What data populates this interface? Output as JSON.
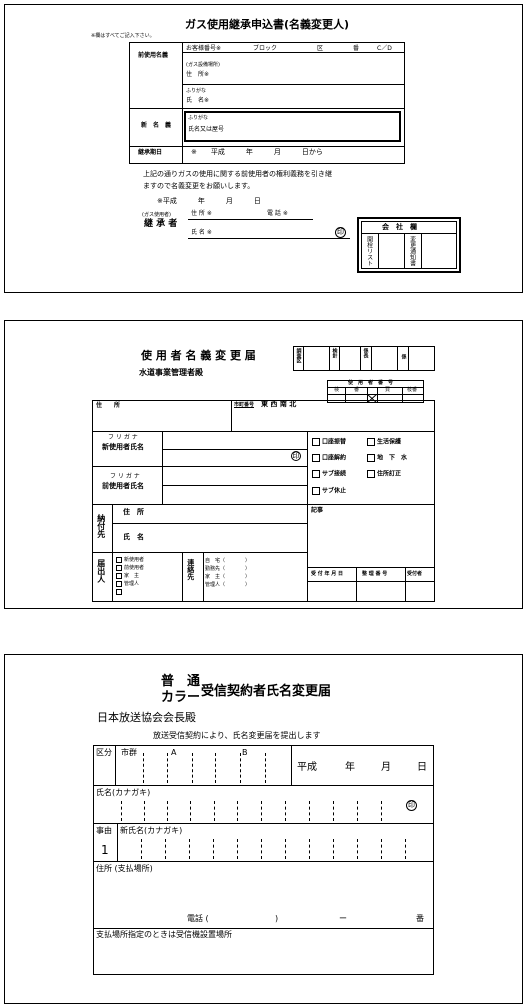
{
  "form1": {
    "title": "ガス使用継承申込書(名義変更人)",
    "note": "※欄はすべてご記入下さい。",
    "prev_user_label": "前使用名義",
    "customer_no_label": "お客様番号※",
    "block_label": "ブロック",
    "district_label": "区",
    "number_label": "番",
    "cd_label": "C／D",
    "address_small": "(ガス設備場所)",
    "address_label": "住　所※",
    "furigana": "ふりがな",
    "name_label": "氏　名※",
    "new_name_label": "新　名　義",
    "furigana2": "ふりがな",
    "name_or_org": "氏名又は屋号",
    "start_date_label": "継承期日",
    "date_line": "※　　平成　　　年　　　月　　　日から",
    "statement_1": "上記の通りガスの使用に関する前使用者の権利義務を引き継",
    "statement_2": "ますので名義変更をお願いします。",
    "sign_date": "※平成　　　年　　　月　　　日",
    "successor_small": "(ガス使用者)",
    "successor_label": "継 承 者",
    "addr2_label": "住 所 ※",
    "phone_label": "電 話 ※",
    "name2_label": "氏 名 ※",
    "seal": "印",
    "company_box": "会　社　欄",
    "company_col1": "開栓リスト",
    "company_col2": "変更通知書"
  },
  "form2": {
    "title": "使 用 者 名 義 変 更 届",
    "addressee": "水道事業管理者殿",
    "top_boxes": [
      "調査区",
      "検針",
      "係長",
      "係"
    ],
    "use_no_header": "使　用　者　番　号",
    "use_no_cols": [
      "検",
      "番",
      "頁",
      "枝番"
    ],
    "address_label": "住　　所",
    "city_code_label": "市町番号",
    "directions": "東 西 南 北",
    "furigana_new": "フ リ ガ ナ",
    "new_user_name": "新使用者氏名",
    "seal": "印",
    "furigana_prev": "フ リ ガ ナ",
    "prev_user_name": "前使用者氏名",
    "payer_label": "納付先",
    "payer_addr": "住　所",
    "payer_name": "氏　名",
    "checks": [
      "口座振替",
      "生活保護",
      "口座解約",
      "地　下　水",
      "サブ接続",
      "住所訂正",
      "サブ休止"
    ],
    "notes_label": "記事",
    "submitter_label": "届出人",
    "submitter_opts": [
      "新使用者",
      "前使用者",
      "家　主",
      "管理人",
      ""
    ],
    "contact_label": "連絡先",
    "contact_opts": [
      "自　宅（　　　　）",
      "勤務先（　　　　）",
      "家　主（　　　　）",
      "管理人（　　　　）"
    ],
    "footer_cols": [
      "受 付 年 月 日",
      "整 理 番 号",
      "受付者"
    ]
  },
  "form3": {
    "title_line1": "普　通",
    "title_line2": "カラー",
    "title_main": "受信契約者氏名変更届",
    "addressee": "日本放送協会会長殿",
    "statement": "放送受信契約により、氏名変更届を提出します",
    "class_label": "区分",
    "city_label": "市群",
    "a_label": "A",
    "b_label": "B",
    "era": "平成",
    "year": "年",
    "month": "月",
    "day": "日",
    "name_kana_label": "氏名(カナガキ)",
    "seal": "印",
    "reason_label": "事由",
    "new_name_label": "新氏名(カナガキ)",
    "reason_value": "1",
    "address_label": "住所 (支払場所)",
    "phone_label": "電話 (",
    "phone_close": ")",
    "phone_dash": "ー",
    "phone_suffix": "番",
    "pay_place_label": "支払場所指定のときは受信機設置場所"
  }
}
